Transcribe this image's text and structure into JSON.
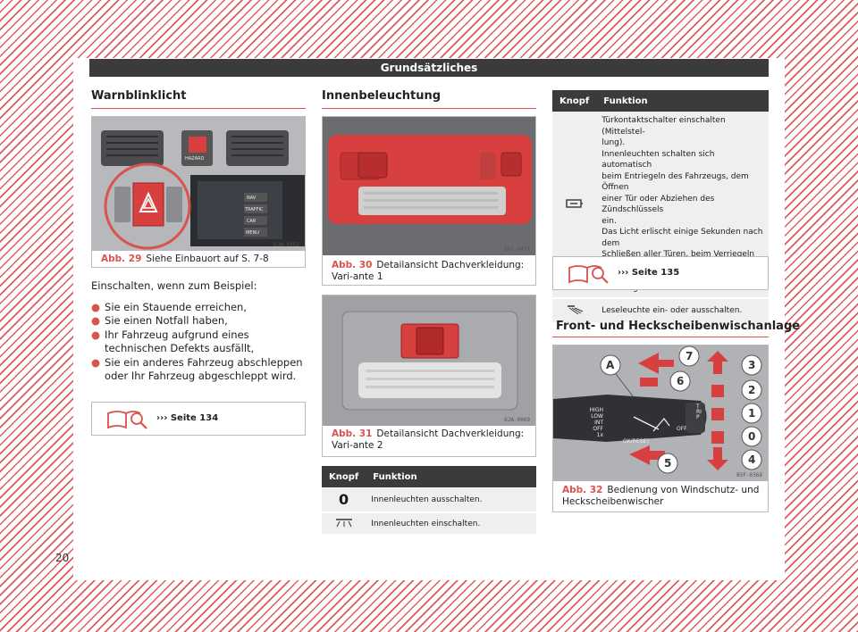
{
  "header": {
    "title": "Grundsätzliches"
  },
  "left": {
    "section_title": "Warnblinklicht",
    "figure": {
      "abb": "Abb. 29",
      "caption": "Siehe Einbauort auf S. 7-8",
      "code": "6JA-0252",
      "screen_buttons": [
        "NAV",
        "TRAFFIC",
        "CAR",
        "MENU"
      ],
      "hazard_label": "HAZARD"
    },
    "intro": "Einschalten, wenn zum Beispiel:",
    "bullets": [
      "Sie ein Stauende erreichen,",
      "Sie einen Notfall haben,",
      "Ihr Fahrzeug aufgrund eines technischen Defekts ausfällt,",
      "Sie ein anderes Fahrzeug abschleppen oder Ihr Fahrzeug abgeschleppt wird."
    ],
    "bullet_marker": "●",
    "ref": "››› Seite 134"
  },
  "middle": {
    "section_title": "Innenbeleuchtung",
    "figure1": {
      "abb": "Abb. 30",
      "caption": "Detailansicht Dachverkleidung: Vari-ante 1",
      "code": "B6I-0472"
    },
    "figure2": {
      "abb": "Abb. 31",
      "caption": "Detailansicht Dachverkleidung: Vari-ante 2",
      "code": "6JA-0069"
    },
    "table": {
      "headers": [
        "Knopf",
        "Funktion"
      ],
      "rows": [
        {
          "symbol": "0",
          "text": "Innenleuchten ausschalten."
        },
        {
          "symbol": "lamp-icon",
          "text": "Innenleuchten einschalten."
        }
      ]
    }
  },
  "right": {
    "table": {
      "headers": [
        "Knopf",
        "Funktion"
      ],
      "rows": [
        {
          "symbol": "door-contact-icon",
          "lines": [
            "Türkontaktschalter einschalten (Mittelstel-",
            "lung).",
            "Innenleuchten schalten sich automatisch",
            "beim Entriegeln des Fahrzeugs, dem Öffnen",
            "einer Tür oder Abziehen des Zündschlüssels",
            "ein.",
            "Das Licht erlischt einige Sekunden nach dem",
            "Schließen aller Türen, beim Verriegeln des",
            "Fahrzeugs oder Einschalten der Zündung."
          ]
        },
        {
          "symbol": "reading-light-icon",
          "text": "Leseleuchte ein- oder ausschalten."
        }
      ]
    },
    "ref": "››› Seite 135",
    "section_title": "Front- und Heckscheibenwischanlage",
    "figure": {
      "abb": "Abb. 32",
      "caption": "Bedienung von Windschutz- und Heckscheibenwischer",
      "code": "B5F-0368",
      "labels": [
        "A",
        "7",
        "6",
        "5",
        "3",
        "2",
        "1",
        "0",
        "4"
      ],
      "stalk_positions": [
        "HIGH",
        "LOW",
        "INT",
        "OFF",
        "1x"
      ],
      "rear_positions": [
        "OFF"
      ],
      "trip": "TRIP",
      "ok_reset": "OK/RESET"
    }
  },
  "page_number": "20"
}
